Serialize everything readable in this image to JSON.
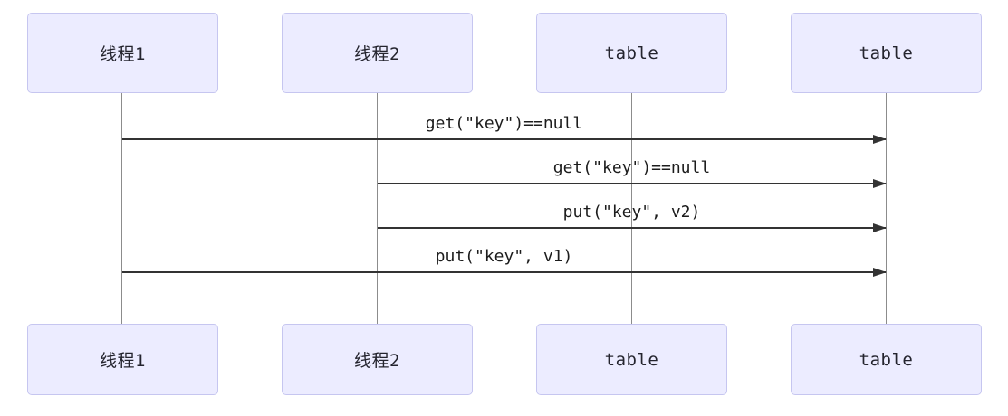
{
  "diagram": {
    "type": "sequence-diagram",
    "actors": [
      {
        "id": "thread1",
        "label": "线程1"
      },
      {
        "id": "thread2",
        "label": "线程2"
      },
      {
        "id": "table1",
        "label": "table"
      },
      {
        "id": "table2",
        "label": "table"
      }
    ],
    "messages": [
      {
        "from": "线程1",
        "to": "table",
        "label": "get(\"key\")==null"
      },
      {
        "from": "线程2",
        "to": "table",
        "label": "get(\"key\")==null"
      },
      {
        "from": "线程2",
        "to": "table",
        "label": "put(\"key\", v2)"
      },
      {
        "from": "线程1",
        "to": "table",
        "label": "put(\"key\", v1)"
      }
    ],
    "colors": {
      "actor_fill": "#ececff",
      "actor_border": "#c6c6f0",
      "arrow_line": "#333333",
      "lifeline": "#8c8c8c",
      "text": "#1c1c1c",
      "background": "#ffffff"
    }
  }
}
